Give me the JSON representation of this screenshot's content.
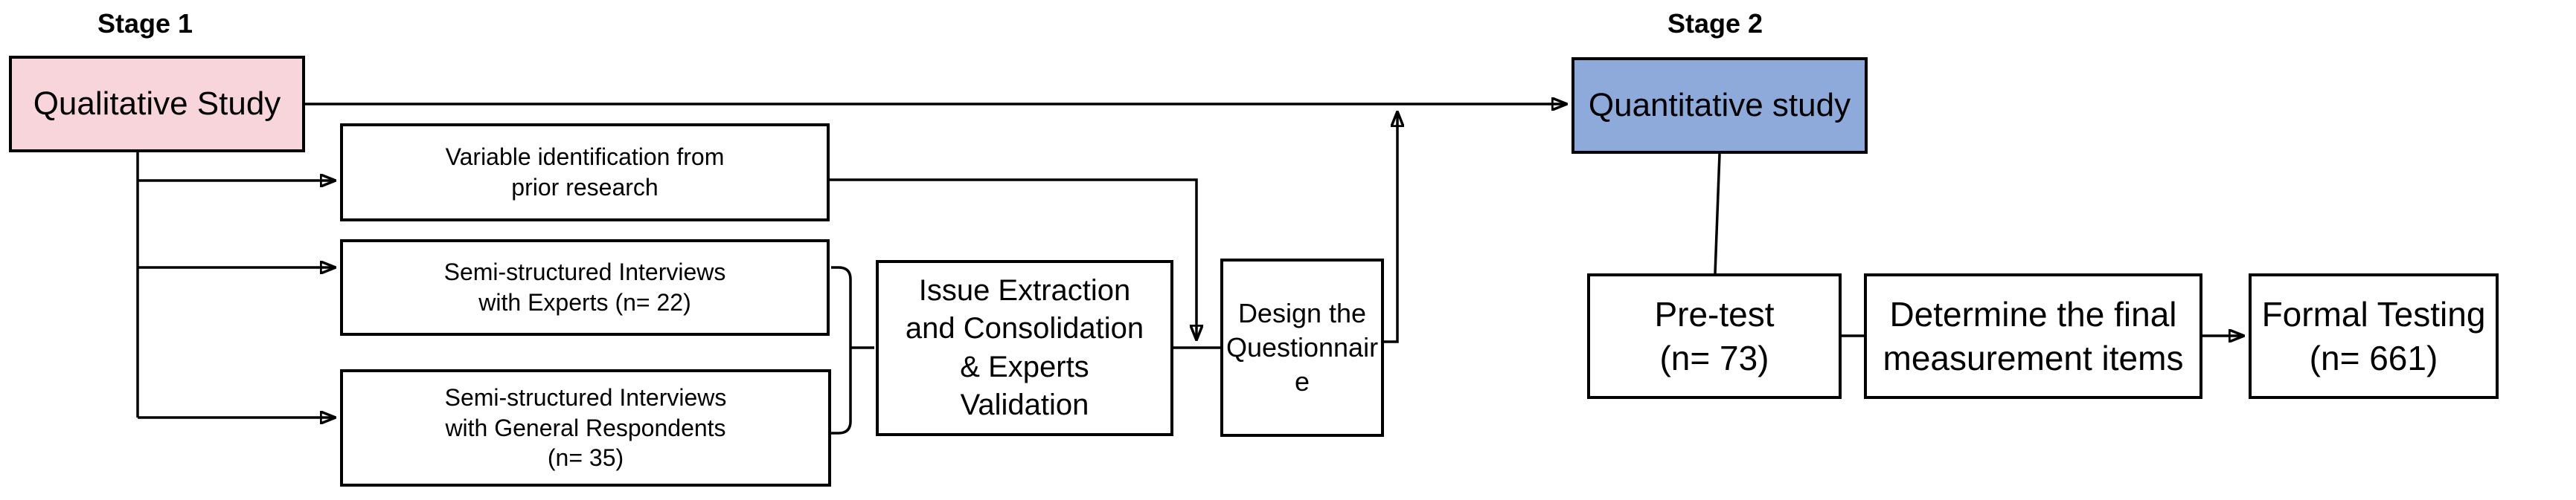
{
  "stage_labels": {
    "stage1": "Stage 1",
    "stage2": "Stage 2"
  },
  "boxes": {
    "qualitative": {
      "label": "Qualitative Study"
    },
    "variable": {
      "label": "Variable identification from\nprior research"
    },
    "experts": {
      "label": "Semi-structured Interviews\nwith Experts (n= 22)"
    },
    "respondents": {
      "label": "Semi-structured Interviews\nwith General Respondents\n(n= 35)"
    },
    "issue": {
      "label": "Issue Extraction\nand Consolidation\n& Experts\nValidation"
    },
    "design": {
      "label": "Design the\nQuestionnair\ne"
    },
    "quantitative": {
      "label": "Quantitative study"
    },
    "pretest": {
      "label": "Pre-test\n(n= 73)"
    },
    "determine": {
      "label": "Determine the final\nmeasurement items"
    },
    "formal": {
      "label": "Formal Testing\n(n= 661)"
    }
  },
  "colors": {
    "qualitative_fill": "#F8D5DA",
    "quantitative_fill": "#8EAADB",
    "box_border": "#000000",
    "connector": "#000000",
    "text": "#000000",
    "background": "#FFFFFF"
  },
  "sample_sizes": {
    "expert_interviews": 22,
    "general_respondent_interviews": 35,
    "pretest": 73,
    "formal_testing": 661
  },
  "edges": [
    {
      "from": "qualitative",
      "to": "quantitative",
      "arrow": true
    },
    {
      "from": "qualitative",
      "to": "variable",
      "arrow": true
    },
    {
      "from": "qualitative",
      "to": "experts",
      "arrow": true
    },
    {
      "from": "qualitative",
      "to": "respondents",
      "arrow": true
    },
    {
      "from": "variable",
      "to": "issue-design-connector",
      "arrow": true
    },
    {
      "from": "experts",
      "to": "issue",
      "arrow": false,
      "via": "bracket"
    },
    {
      "from": "respondents",
      "to": "issue",
      "arrow": false,
      "via": "bracket"
    },
    {
      "from": "issue",
      "to": "design",
      "arrow": false
    },
    {
      "from": "design",
      "to": "qualitative-quantitative-line",
      "arrow": true
    },
    {
      "from": "quantitative",
      "to": "pretest",
      "arrow": false
    },
    {
      "from": "pretest",
      "to": "determine",
      "arrow": false
    },
    {
      "from": "determine",
      "to": "formal",
      "arrow": true
    }
  ]
}
